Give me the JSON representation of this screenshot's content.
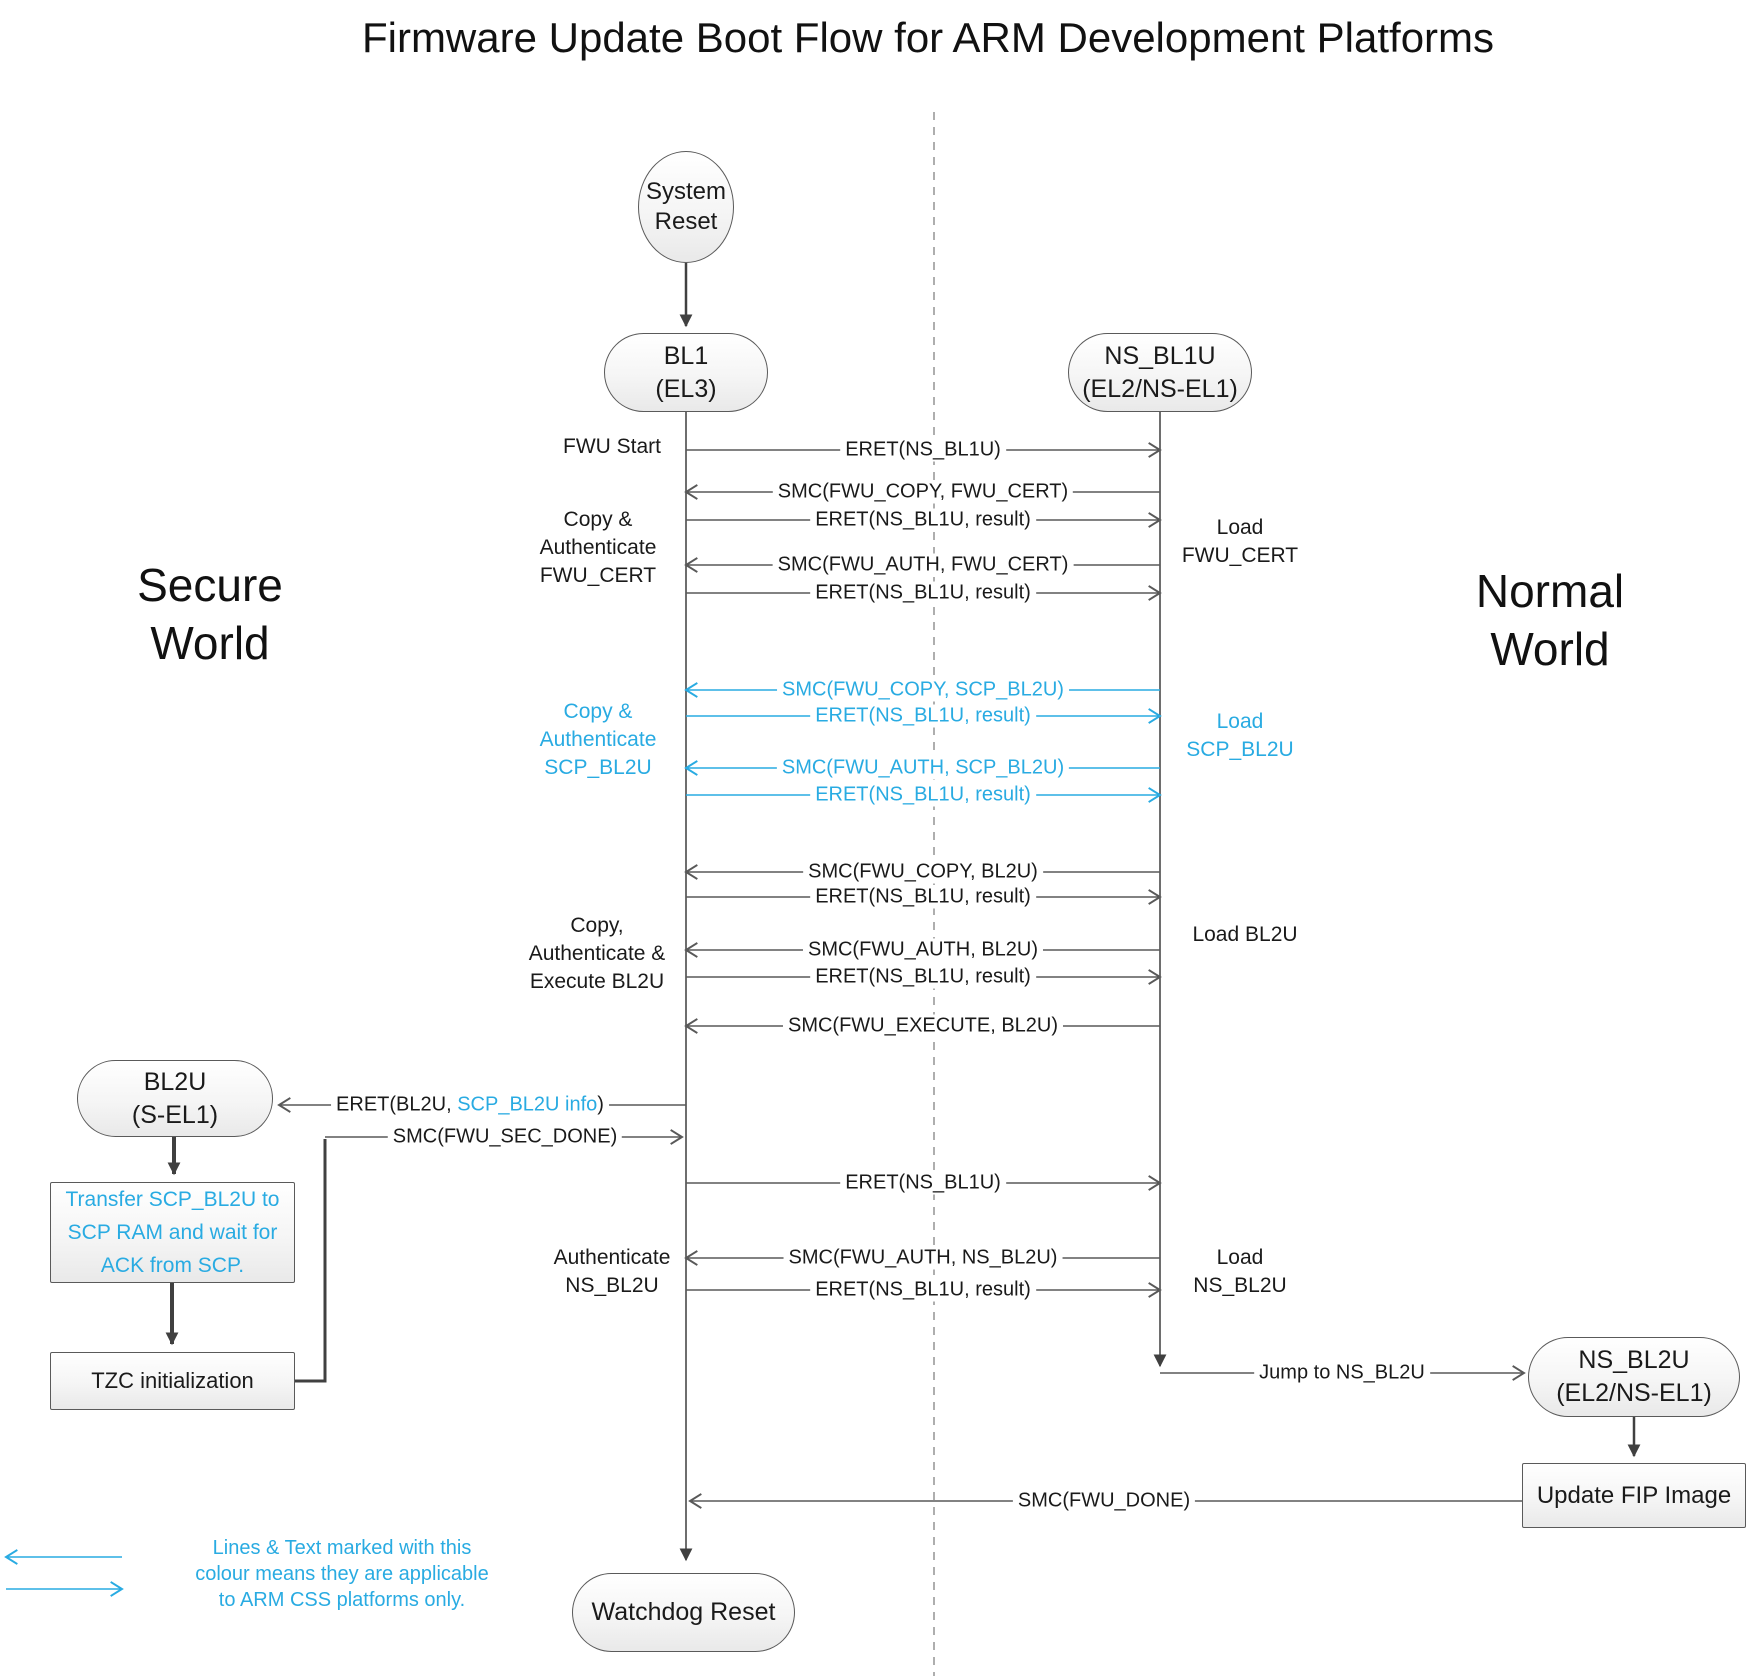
{
  "title": "Firmware Update Boot Flow for ARM Development Platforms",
  "colors": {
    "accent": "#29ABE2",
    "line": "#595959",
    "dark": "#404040"
  },
  "worlds": {
    "left": {
      "lines": [
        "Secure",
        "World"
      ]
    },
    "right": {
      "lines": [
        "Normal",
        "World"
      ]
    }
  },
  "nodes": {
    "system_reset": {
      "lines": [
        "System",
        "Reset"
      ]
    },
    "bl1": {
      "lines": [
        "BL1",
        "(EL3)"
      ]
    },
    "ns_bl1u": {
      "lines": [
        "NS_BL1U",
        "(EL2/NS-EL1)"
      ]
    },
    "bl2u": {
      "lines": [
        "BL2U",
        "(S-EL1)"
      ]
    },
    "transfer_scp": {
      "lines": [
        "Transfer SCP_BL2U to",
        "SCP RAM and wait for",
        "ACK from SCP."
      ],
      "css_only": true
    },
    "tzc": {
      "lines": [
        "TZC initialization"
      ]
    },
    "ns_bl2u": {
      "lines": [
        "NS_BL2U",
        "(EL2/NS-EL1)"
      ]
    },
    "update_fip": {
      "lines": [
        "Update FIP Image"
      ]
    },
    "watchdog": {
      "lines": [
        "Watchdog Reset"
      ]
    }
  },
  "messages": [
    {
      "label": "ERET(NS_BL1U)",
      "css_only": false
    },
    {
      "label": "SMC(FWU_COPY, FWU_CERT)",
      "css_only": false
    },
    {
      "label": "ERET(NS_BL1U, result)",
      "css_only": false
    },
    {
      "label": "SMC(FWU_AUTH, FWU_CERT)",
      "css_only": false
    },
    {
      "label": "ERET(NS_BL1U, result)",
      "css_only": false
    },
    {
      "label": "SMC(FWU_COPY, SCP_BL2U)",
      "css_only": true
    },
    {
      "label": "ERET(NS_BL1U, result)",
      "css_only": true
    },
    {
      "label": "SMC(FWU_AUTH, SCP_BL2U)",
      "css_only": true
    },
    {
      "label": "ERET(NS_BL1U, result)",
      "css_only": true
    },
    {
      "label": "SMC(FWU_COPY, BL2U)",
      "css_only": false
    },
    {
      "label": "ERET(NS_BL1U, result)",
      "css_only": false
    },
    {
      "label": "SMC(FWU_AUTH, BL2U)",
      "css_only": false
    },
    {
      "label": "ERET(NS_BL1U, result)",
      "css_only": false
    },
    {
      "label": "SMC(FWU_EXECUTE, BL2U)",
      "css_only": false
    },
    {
      "label": "ERET(BL2U, SCP_BL2U info)",
      "css_only": false,
      "label_parts": [
        {
          "text": "ERET(BL2U, ",
          "css_only": false
        },
        {
          "text": "SCP_BL2U info",
          "css_only": true
        },
        {
          "text": ")",
          "css_only": false
        }
      ]
    },
    {
      "label": "SMC(FWU_SEC_DONE)",
      "css_only": false
    },
    {
      "label": "ERET(NS_BL1U)",
      "css_only": false
    },
    {
      "label": "SMC(FWU_AUTH, NS_BL2U)",
      "css_only": false
    },
    {
      "label": "ERET(NS_BL1U, result)",
      "css_only": false
    },
    {
      "label": "Jump to NS_BL2U",
      "css_only": false
    },
    {
      "label": "SMC(FWU_DONE)",
      "css_only": false
    }
  ],
  "annotations": {
    "left": [
      {
        "lines": [
          "FWU Start"
        ],
        "css_only": false
      },
      {
        "lines": [
          "Copy &",
          "Authenticate",
          "FWU_CERT"
        ],
        "css_only": false
      },
      {
        "lines": [
          "Copy &",
          "Authenticate",
          "SCP_BL2U"
        ],
        "css_only": true
      },
      {
        "lines": [
          "Copy,",
          "Authenticate &",
          "Execute BL2U"
        ],
        "css_only": false
      },
      {
        "lines": [
          "Authenticate",
          "NS_BL2U"
        ],
        "css_only": false
      }
    ],
    "right": [
      {
        "lines": [
          "Load",
          "FWU_CERT"
        ],
        "css_only": false
      },
      {
        "lines": [
          "Load",
          "SCP_BL2U"
        ],
        "css_only": true
      },
      {
        "lines": [
          "Load BL2U"
        ],
        "css_only": false
      },
      {
        "lines": [
          "Load",
          "NS_BL2U"
        ],
        "css_only": false
      }
    ]
  },
  "legend": {
    "lines": [
      "Lines & Text marked with this",
      "colour means they are applicable",
      "to ARM CSS platforms only."
    ]
  }
}
